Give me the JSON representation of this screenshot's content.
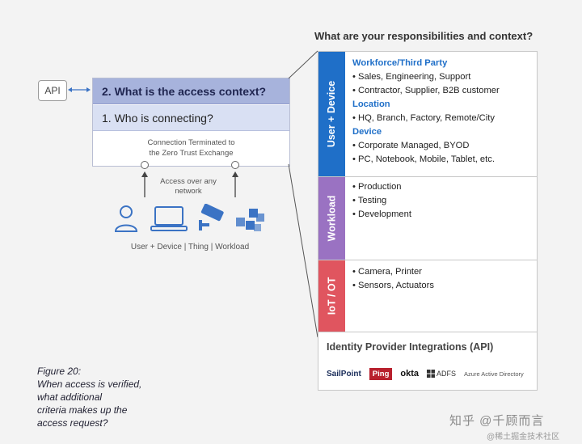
{
  "api_label": "API",
  "context_stack": {
    "step2": "2. What is the access context?",
    "step1": "1. Who is connecting?",
    "termination": [
      "Connection Terminated to",
      "the Zero Trust Exchange"
    ]
  },
  "access_label": [
    "Access over any",
    "network"
  ],
  "devices_label": "User + Device | Thing | Workload",
  "icons": [
    "user-icon",
    "laptop-icon",
    "camera-icon",
    "workload-icon"
  ],
  "figure_caption": [
    "Figure 20:",
    "When access is verified,",
    "what additional",
    "criteria makes up the",
    "access request?"
  ],
  "responsibilities": {
    "title": "What are your responsibilities and context?",
    "sections": [
      {
        "label": "User + Device",
        "color": "#1f6fc8",
        "lines": [
          {
            "text": "Workforce/Third Party",
            "head": true
          },
          {
            "text": "• Sales, Engineering, Support",
            "head": false
          },
          {
            "text": "• Contractor, Supplier, B2B customer",
            "head": false
          },
          {
            "text": "Location",
            "head": true
          },
          {
            "text": "• HQ, Branch, Factory, Remote/City",
            "head": false
          },
          {
            "text": "Device",
            "head": true
          },
          {
            "text": "• Corporate Managed, BYOD",
            "head": false
          },
          {
            "text": "• PC, Notebook, Mobile, Tablet, etc.",
            "head": false
          }
        ]
      },
      {
        "label": "Workload",
        "color": "#9a72c2",
        "lines": [
          {
            "text": "• Production",
            "head": false
          },
          {
            "text": "• Testing",
            "head": false
          },
          {
            "text": "• Development",
            "head": false
          }
        ]
      },
      {
        "label": "IoT / OT",
        "color": "#e0555f",
        "lines": [
          {
            "text": "• Camera, Printer",
            "head": false
          },
          {
            "text": "• Sensors, Actuators",
            "head": false
          }
        ]
      }
    ],
    "idp_title": "Identity Provider Integrations (API)",
    "logos": [
      "SailPoint",
      "Ping",
      "okta",
      "ADFS",
      "Azure Active Directory"
    ]
  },
  "watermark": "知乎 @千顾而言",
  "watermark_sub": "@稀土掘金技术社区"
}
